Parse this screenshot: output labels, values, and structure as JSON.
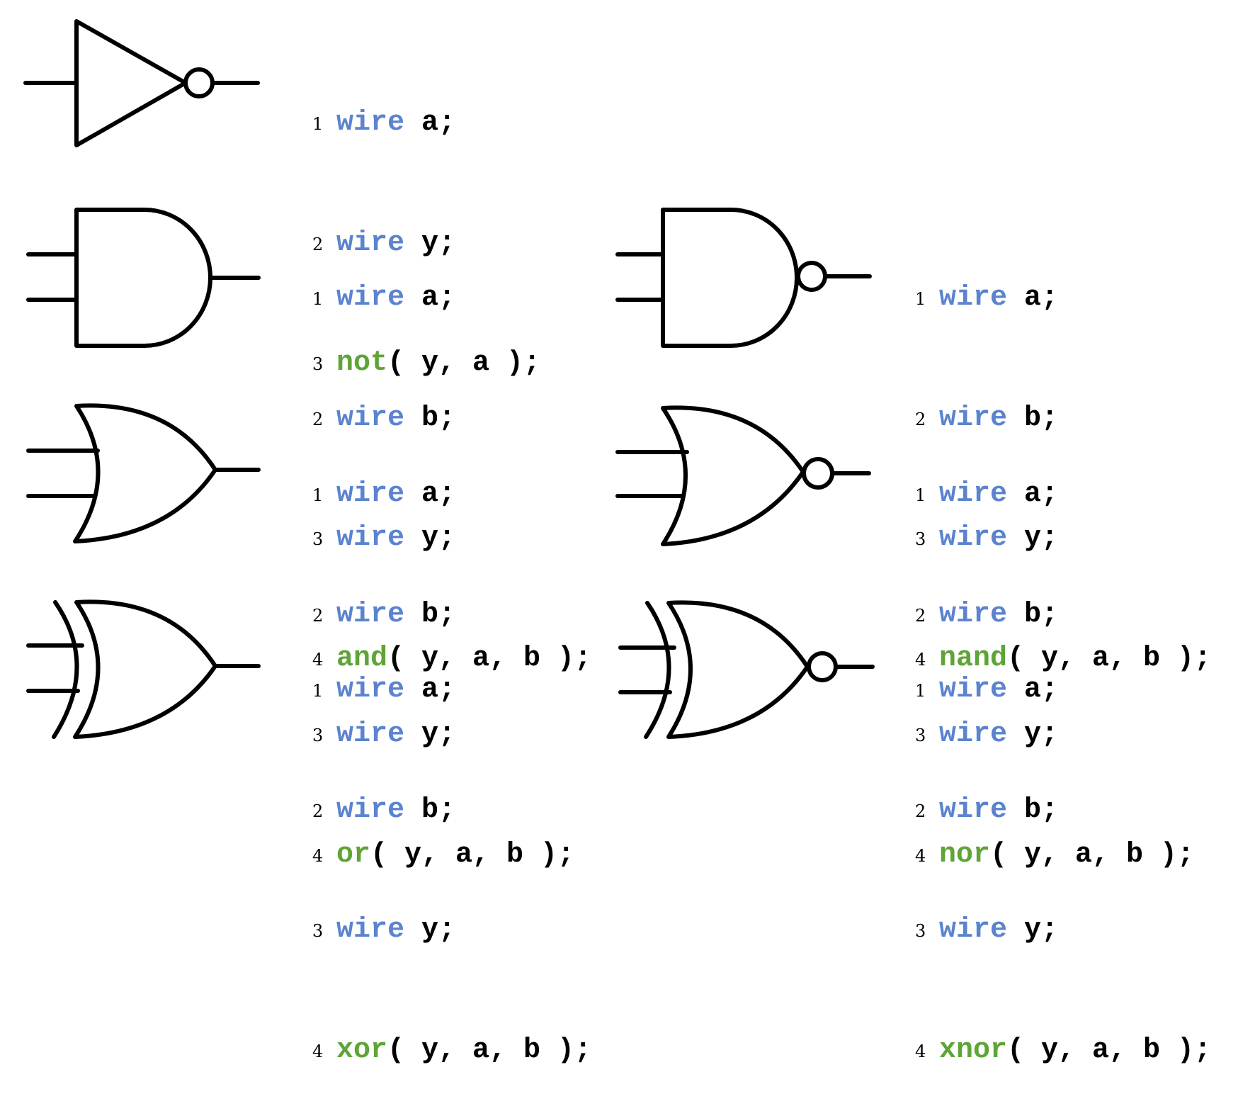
{
  "colors": {
    "keyword": "#5b83cf",
    "primitive": "#5ea437",
    "text": "#000000",
    "stroke": "#000000"
  },
  "gates": [
    {
      "id": "not",
      "symbol": "not-gate-icon",
      "lines": [
        {
          "num": "1",
          "kw": "wire",
          "rest": " a;"
        },
        {
          "num": "2",
          "kw": "wire",
          "rest": " y;"
        },
        {
          "num": "3",
          "prim": "not",
          "rest": "( y, a );"
        }
      ]
    },
    {
      "id": "and",
      "symbol": "and-gate-icon",
      "lines": [
        {
          "num": "1",
          "kw": "wire",
          "rest": " a;"
        },
        {
          "num": "2",
          "kw": "wire",
          "rest": " b;"
        },
        {
          "num": "3",
          "kw": "wire",
          "rest": " y;"
        },
        {
          "num": "4",
          "prim": "and",
          "rest": "( y, a, b );"
        }
      ]
    },
    {
      "id": "nand",
      "symbol": "nand-gate-icon",
      "lines": [
        {
          "num": "1",
          "kw": "wire",
          "rest": " a;"
        },
        {
          "num": "2",
          "kw": "wire",
          "rest": " b;"
        },
        {
          "num": "3",
          "kw": "wire",
          "rest": " y;"
        },
        {
          "num": "4",
          "prim": "nand",
          "rest": "( y, a, b );"
        }
      ]
    },
    {
      "id": "or",
      "symbol": "or-gate-icon",
      "lines": [
        {
          "num": "1",
          "kw": "wire",
          "rest": " a;"
        },
        {
          "num": "2",
          "kw": "wire",
          "rest": " b;"
        },
        {
          "num": "3",
          "kw": "wire",
          "rest": " y;"
        },
        {
          "num": "4",
          "prim": "or",
          "rest": "( y, a, b );"
        }
      ]
    },
    {
      "id": "nor",
      "symbol": "nor-gate-icon",
      "lines": [
        {
          "num": "1",
          "kw": "wire",
          "rest": " a;"
        },
        {
          "num": "2",
          "kw": "wire",
          "rest": " b;"
        },
        {
          "num": "3",
          "kw": "wire",
          "rest": " y;"
        },
        {
          "num": "4",
          "prim": "nor",
          "rest": "( y, a, b );"
        }
      ]
    },
    {
      "id": "xor",
      "symbol": "xor-gate-icon",
      "lines": [
        {
          "num": "1",
          "kw": "wire",
          "rest": " a;"
        },
        {
          "num": "2",
          "kw": "wire",
          "rest": " b;"
        },
        {
          "num": "3",
          "kw": "wire",
          "rest": " y;"
        },
        {
          "num": "4",
          "prim": "xor",
          "rest": "( y, a, b );"
        }
      ]
    },
    {
      "id": "xnor",
      "symbol": "xnor-gate-icon",
      "lines": [
        {
          "num": "1",
          "kw": "wire",
          "rest": " a;"
        },
        {
          "num": "2",
          "kw": "wire",
          "rest": " b;"
        },
        {
          "num": "3",
          "kw": "wire",
          "rest": " y;"
        },
        {
          "num": "4",
          "prim": "xnor",
          "rest": "( y, a, b );"
        }
      ]
    }
  ]
}
